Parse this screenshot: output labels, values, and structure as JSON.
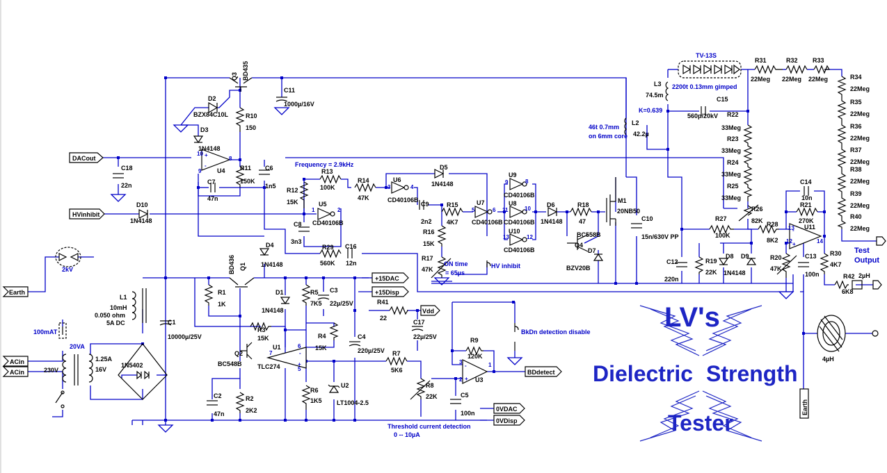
{
  "title": {
    "line1": "LV's",
    "line2a": "Dielectric",
    "line2b": "Strength",
    "line3": "Tester"
  },
  "ports": {
    "dacout": "DACout",
    "hvinhibit": "HVinhibit",
    "earth": "Earth",
    "acin1": "ACin",
    "acin2": "ACin",
    "p15dac": "+15DAC",
    "p15disp": "+15Disp",
    "vdd": "Vdd",
    "bddetect": "BDdetect",
    "ovdac": "0VDAC",
    "ovdisp": "0VDisp",
    "test_output": [
      "Test",
      "Output"
    ],
    "earth_vertical": "Earth"
  },
  "components": {
    "q3": [
      "Q3",
      "BD435"
    ],
    "c11": [
      "C11",
      "1000µ/16V"
    ],
    "d2": [
      "D2",
      "BZX84C10L"
    ],
    "r10": [
      "R10",
      "150"
    ],
    "d3": [
      "D3",
      "1N4148"
    ],
    "u4": [
      "U4"
    ],
    "r11": [
      "R11",
      "150K"
    ],
    "c6": [
      "C6",
      "1n5"
    ],
    "c7": [
      "C7",
      "47n"
    ],
    "c18": [
      "C18",
      "22n"
    ],
    "d10": [
      "D10",
      "1N4148"
    ],
    "r12": [
      "R12",
      "15K"
    ],
    "u5": [
      "U5",
      "CD40106B"
    ],
    "r13": [
      "R13",
      "100K"
    ],
    "freq": "Frequency = 2.9kHz",
    "c8": [
      "C8",
      "3n3"
    ],
    "r14": [
      "R14",
      "47K"
    ],
    "u6": [
      "U6",
      "CD40106B"
    ],
    "d5": [
      "D5",
      "1N4148"
    ],
    "c9": [
      "C9",
      "2n2"
    ],
    "r15": [
      "R15",
      "4K7"
    ],
    "u7": [
      "U7",
      "CD40106B"
    ],
    "u8": [
      "U8",
      "CD40106B"
    ],
    "u9": [
      "U9",
      "CD40106B"
    ],
    "u10": [
      "U10",
      "CD40106B"
    ],
    "d6": [
      "D6",
      "1N4148"
    ],
    "r18": [
      "R18",
      "47"
    ],
    "m1": [
      "M1",
      "20NB50"
    ],
    "q4": [
      "BC558B",
      "Q4"
    ],
    "d7": [
      "D7",
      "BZV20B"
    ],
    "c10": [
      "C10",
      "15n/630V PP"
    ],
    "r16": [
      "R16",
      "15K"
    ],
    "r17": [
      "R17",
      "47K"
    ],
    "ontime": [
      "ON time",
      "= 65µs"
    ],
    "hvinhibit_sw": "HV inhibit",
    "d4": [
      "D4",
      "1N4148"
    ],
    "r29": [
      "R29",
      "560K"
    ],
    "c16": [
      "C16",
      "12n"
    ],
    "q1": [
      "BD436",
      "Q1"
    ],
    "l1": [
      "L1",
      "10mH",
      "0.050 ohm",
      "5A DC"
    ],
    "c1": [
      "C1",
      "10000µ/25V"
    ],
    "r1": [
      "R1",
      "1K"
    ],
    "d1": [
      "D1",
      "1N4148"
    ],
    "r5": [
      "R5",
      "7K5"
    ],
    "c3": [
      "C3",
      "22µ/25V"
    ],
    "r41": [
      "R41",
      "22"
    ],
    "c17": [
      "C17",
      "22µ/25V"
    ],
    "r3": [
      "R3",
      "15K"
    ],
    "r4": [
      "R4",
      "15K"
    ],
    "c4": [
      "C4",
      "220µ/25V"
    ],
    "q2": [
      "Q2",
      "BC548B"
    ],
    "u1": [
      "U1",
      "TLC274"
    ],
    "c2": [
      "C2",
      "47n"
    ],
    "r2": [
      "R2",
      "2K2"
    ],
    "r6": [
      "R6",
      "1K5"
    ],
    "u2": [
      "U2",
      "LT1004-2.5"
    ],
    "r7": [
      "R7",
      "5K6"
    ],
    "r8": [
      "R8",
      "22K"
    ],
    "c5": [
      "C5",
      "100n"
    ],
    "r9": [
      "R9",
      "120K"
    ],
    "u3": [
      "U3"
    ],
    "bkdn": "BkDn detection disable",
    "threshold": [
      "Threshold current detection",
      "0  --  10µA"
    ],
    "fuse": "100mAT",
    "transformer": [
      "20VA",
      "230V",
      "1.25A",
      "16V"
    ],
    "bridge": "1N5402",
    "spark": "2kV",
    "tv13s": "TV-13S",
    "l3": [
      "L3",
      "74.5m",
      "2200t 0.13mm gimped"
    ],
    "coupling": "K=0.639",
    "l2": [
      "L2",
      "42.2µ",
      "46t 0.7mm",
      "on 6mm core"
    ],
    "c15": [
      "C15",
      "560p/20kV"
    ],
    "r31": [
      "R31",
      "22Meg"
    ],
    "r32": [
      "R32",
      "22Meg"
    ],
    "r33": [
      "R33",
      "22Meg"
    ],
    "r34_40": [
      "R34",
      "R35",
      "R36",
      "R37",
      "R38",
      "R39",
      "R40"
    ],
    "meg22": "22Meg",
    "r22_25": [
      "R22",
      "R23",
      "R24",
      "R25"
    ],
    "meg33": "33Meg",
    "r26": [
      "R26",
      "82K"
    ],
    "r27": [
      "R27",
      "100K"
    ],
    "r28": [
      "R28",
      "8K2"
    ],
    "c14": [
      "C14",
      "10n"
    ],
    "r21": [
      "R21",
      "270K"
    ],
    "u11": [
      "U11"
    ],
    "c12": [
      "C12",
      "220n"
    ],
    "r19": [
      "R19",
      "22K"
    ],
    "d8": [
      "D8",
      "1N4148"
    ],
    "d9": [
      "D9"
    ],
    "r20": [
      "R20",
      "47K"
    ],
    "c13": [
      "C13",
      "100n"
    ],
    "r30": [
      "R30",
      "4K7"
    ],
    "r42": [
      "R42",
      "6K8"
    ],
    "l4": [
      "2µH"
    ],
    "ring": "4µH"
  },
  "pins": {
    "u4": [
      "10",
      "9",
      "8"
    ],
    "u5": [
      "1",
      "2"
    ],
    "u6": [
      "3",
      "4"
    ],
    "u7": [
      "5",
      "6"
    ],
    "u8": [
      "11",
      "10"
    ],
    "u9": [
      "9",
      "8"
    ],
    "u10": [
      "13",
      "12"
    ],
    "u1": [
      "7",
      "6",
      "5"
    ],
    "u3": [
      "3",
      "2",
      "1"
    ],
    "u11": [
      "13",
      "12",
      "14"
    ]
  },
  "colors": {
    "wire": "#0000c8",
    "component": "#000000",
    "title": "#1d25c4"
  }
}
